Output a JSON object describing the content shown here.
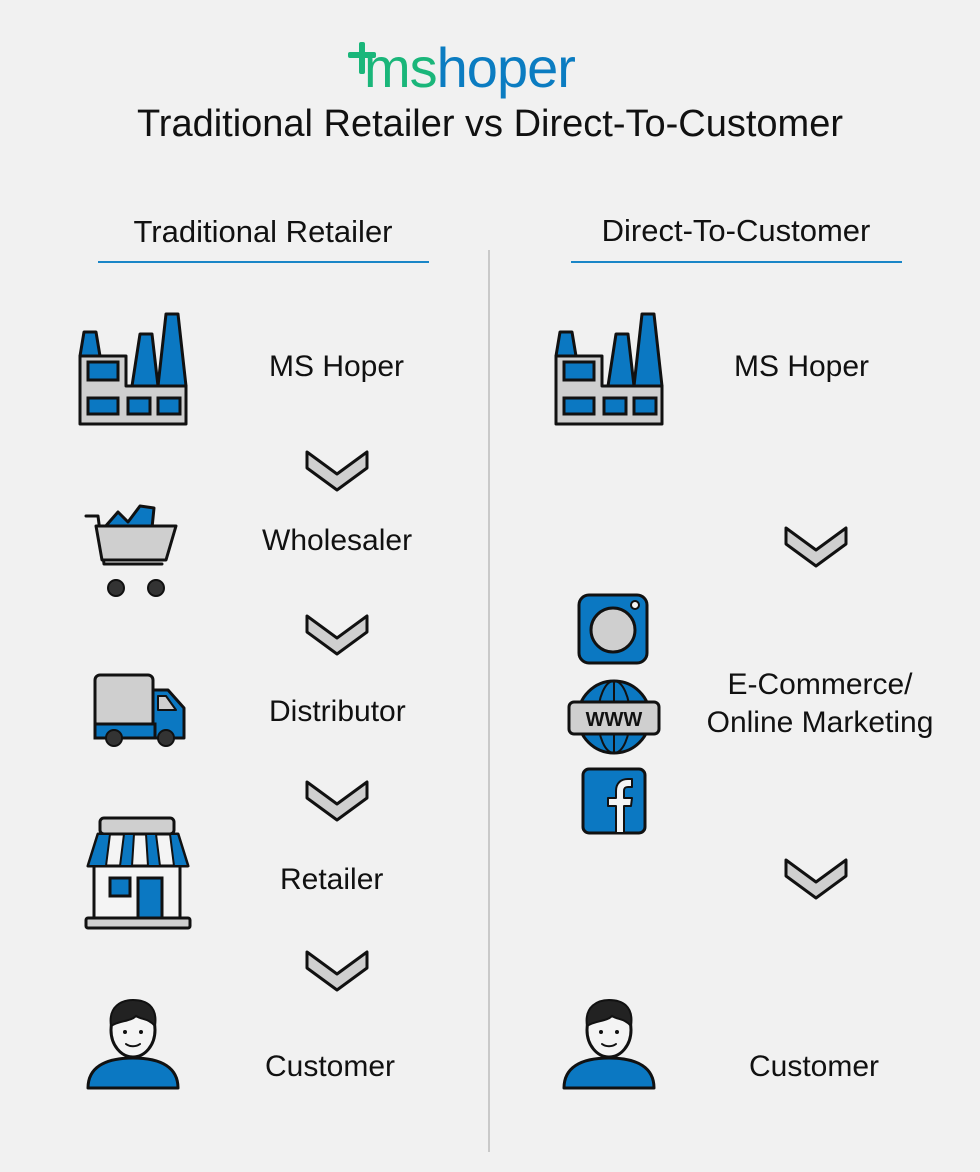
{
  "logo": {
    "part1": "ms",
    "part2": "hoper"
  },
  "title": "Traditional Retailer vs Direct-To-Customer",
  "left_column": {
    "heading": "Traditional Retailer",
    "steps": [
      "MS Hoper",
      "Wholesaler",
      "Distributor",
      "Retailer",
      "Customer"
    ]
  },
  "right_column": {
    "heading": "Direct-To-Customer",
    "steps": [
      "MS Hoper",
      "E-Commerce/",
      "Online Marketing",
      "Customer"
    ]
  },
  "icons": [
    "factory-icon",
    "shopping-cart-icon",
    "delivery-truck-icon",
    "storefront-icon",
    "person-icon",
    "instagram-icon",
    "www-globe-icon",
    "facebook-icon",
    "chevron-down-icon"
  ],
  "colors": {
    "accent_blue": "#1a86c7",
    "brand_green": "#1ab67a",
    "gray": "#cfcfcf",
    "dark": "#111111",
    "background": "#f1f1f1"
  }
}
